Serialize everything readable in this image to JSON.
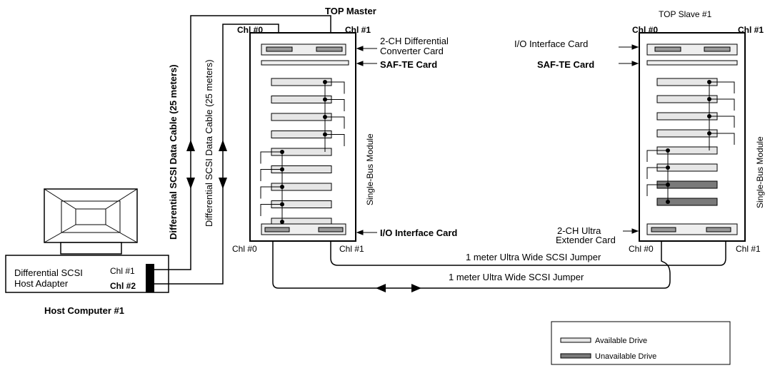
{
  "master": {
    "title": "TOP Master",
    "chl0_top": "Chl #0",
    "chl1_top": "Chl #1",
    "converter_card": [
      "2-CH Differential",
      "Converter Card"
    ],
    "saf_te_card": "SAF-TE Card",
    "module_label": "Single-Bus Module",
    "io_card": "I/O Interface Card",
    "chl0_bottom": "Chl #0",
    "chl1_bottom": "Chl #1",
    "drives": [
      "available",
      "available",
      "available",
      "available",
      "available",
      "available",
      "available",
      "available",
      "available"
    ]
  },
  "slave": {
    "title": "TOP Slave #1",
    "chl0_top": "Chl #0",
    "chl1_top": "Chl #1",
    "io_card": "I/O Interface Card",
    "saf_te_card": "SAF-TE Card",
    "module_label": "Single-Bus Module",
    "extender_card": [
      "2-CH Ultra",
      "Extender Card"
    ],
    "chl0_bottom": "Chl #0",
    "chl1_bottom": "Chl #1",
    "drives": [
      "available",
      "available",
      "available",
      "available",
      "available",
      "available",
      "unavailable",
      "unavailable"
    ]
  },
  "cables": {
    "scsi_cable_1": "Differential SCSI Data Cable (25 meters)",
    "scsi_cable_2": "Differential SCSI Data Cable (25 meters)",
    "jumper_1": "1 meter Ultra Wide SCSI Jumper",
    "jumper_2": "1 meter Ultra Wide SCSI Jumper"
  },
  "host": {
    "adapter_lines": [
      "Differential SCSI",
      "Host Adapter"
    ],
    "chl1": "Chl #1",
    "chl2": "Chl #2",
    "caption": "Host Computer #1"
  },
  "legend": {
    "available": "Available Drive",
    "unavailable": "Unavailable Drive"
  },
  "colors": {
    "available_fill": "#e6e6e6",
    "unavailable_fill": "#7a7a7a",
    "card_fill": "#eeeeee",
    "connector_fill": "#999999"
  }
}
